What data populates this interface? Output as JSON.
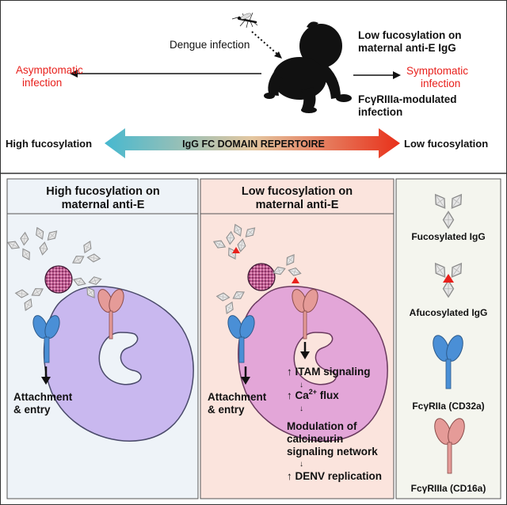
{
  "top": {
    "dengue_label": "Dengue infection",
    "asymptomatic": [
      "Asymptomatic",
      "infection"
    ],
    "symptomatic": [
      "Symptomatic",
      "infection"
    ],
    "low_fuc_note": [
      "Low fucosylation on",
      "maternal anti-E IgG"
    ],
    "fcg_note": [
      "FcγRIIIa-modulated",
      "infection"
    ],
    "high_fucosylation": "High fucosylation",
    "low_fucosylation": "Low fucosylation",
    "repertoire": "IgG FC DOMAIN REPERTOIRE"
  },
  "left_panel": {
    "title": [
      "High fucosylation on",
      "maternal anti-E"
    ],
    "attach": [
      "Attachment",
      "& entry"
    ]
  },
  "mid_panel": {
    "title": [
      "Low fucosylation on",
      "maternal anti-E"
    ],
    "attach": [
      "Attachment",
      "& entry"
    ],
    "itam": "↑ ITAM signaling",
    "ca_prefix": "↑ Ca",
    "ca_sup": "2+",
    "ca_suffix": " flux",
    "modulation": [
      "Modulation of",
      "calcineurin",
      "signaling network"
    ],
    "denv": "↑ DENV replication",
    "small_arrow": "↓"
  },
  "legend": {
    "fucosylated": "Fucosylated IgG",
    "afucosylated": "Afucosylated IgG",
    "cd32": "FcγRIIa (CD32a)",
    "cd16": "FcγRIIIa (CD16a)"
  },
  "colors": {
    "red_text": "#e8201c",
    "left_bg": "#eef3f8",
    "mid_bg": "#fbe4dd",
    "right_bg": "#f4f5ee",
    "cell_purple": "#c9b8ef",
    "cell_pink": "#e3a6d8",
    "receptor_blue": "#4a8fd6",
    "receptor_pink": "#e59b98",
    "afuc_triangle": "#e8201c",
    "gradient_left": "#46b8cf",
    "gradient_mid": "#e4c7a0",
    "gradient_right": "#e8301a"
  }
}
